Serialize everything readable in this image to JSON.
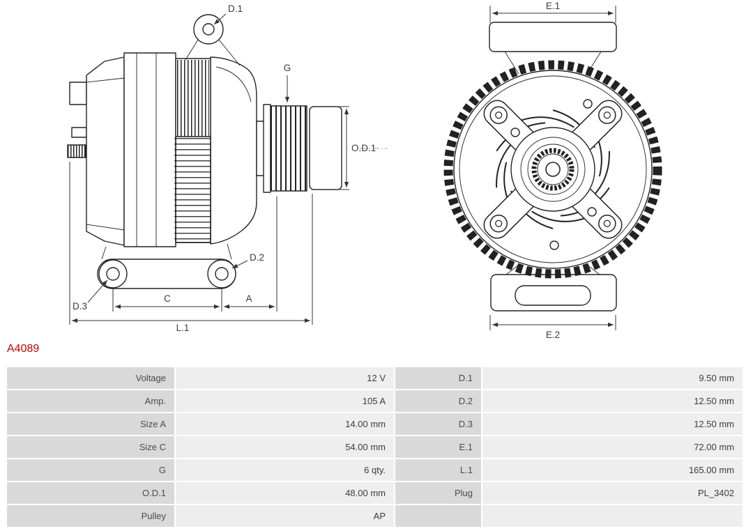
{
  "part_number": "A4089",
  "colors": {
    "part_number_red": "#cc0000",
    "label_cell_bg": "#d9d9d9",
    "value_cell_bg": "#eeeeee",
    "line_color": "#222222"
  },
  "diagram": {
    "side_view_labels": {
      "d1": "D.1",
      "g": "G",
      "od1": "O.D.1",
      "d2": "D.2",
      "d3": "D.3",
      "c": "C",
      "a": "A",
      "l1": "L.1"
    },
    "front_view_labels": {
      "e1": "E.1",
      "e2": "E.2"
    }
  },
  "table": {
    "rows": [
      {
        "l1": "Voltage",
        "v1": "12 V",
        "l2": "D.1",
        "v2": "9.50 mm"
      },
      {
        "l1": "Amp.",
        "v1": "105 A",
        "l2": "D.2",
        "v2": "12.50 mm"
      },
      {
        "l1": "Size A",
        "v1": "14.00 mm",
        "l2": "D.3",
        "v2": "12.50 mm"
      },
      {
        "l1": "Size C",
        "v1": "54.00 mm",
        "l2": "E.1",
        "v2": "72.00 mm"
      },
      {
        "l1": "G",
        "v1": "6 qty.",
        "l2": "L.1",
        "v2": "165.00 mm"
      },
      {
        "l1": "O.D.1",
        "v1": "48.00 mm",
        "l2": "Plug",
        "v2": "PL_3402"
      },
      {
        "l1": "Pulley",
        "v1": "AP",
        "l2": "",
        "v2": ""
      }
    ]
  }
}
